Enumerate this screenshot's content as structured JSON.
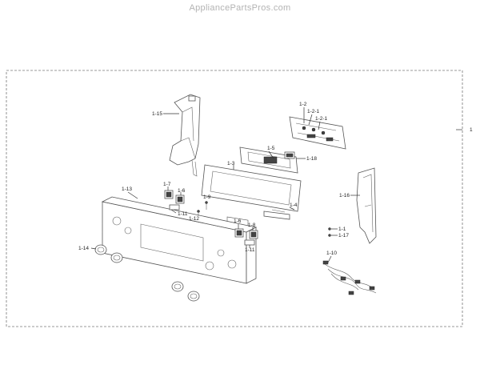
{
  "watermark": "AppliancePartsPros.com",
  "labels": {
    "main": "1",
    "l_1_2": "1-2",
    "l_1_2_1": "1-2-1",
    "l_1_2_1b": "1-2-1",
    "l_1_15": "1-15",
    "l_1_5": "1-5",
    "l_1_18": "1-18",
    "l_1_3": "1-3",
    "l_1_13": "1-13",
    "l_1_7": "1-7",
    "l_1_6a": "1-6",
    "l_1_9": "1-9",
    "l_1_11a": "1-11",
    "l_1_12": "1-12",
    "l_1_4": "1-4",
    "l_1_16": "1-16",
    "l_1_6b": "1-6",
    "l_1_8": "1-8",
    "l_1_11b": "1-11",
    "l_1_1": "1-1",
    "l_1_17": "1-17",
    "l_1_14": "1-14",
    "l_1_10": "1-10"
  }
}
